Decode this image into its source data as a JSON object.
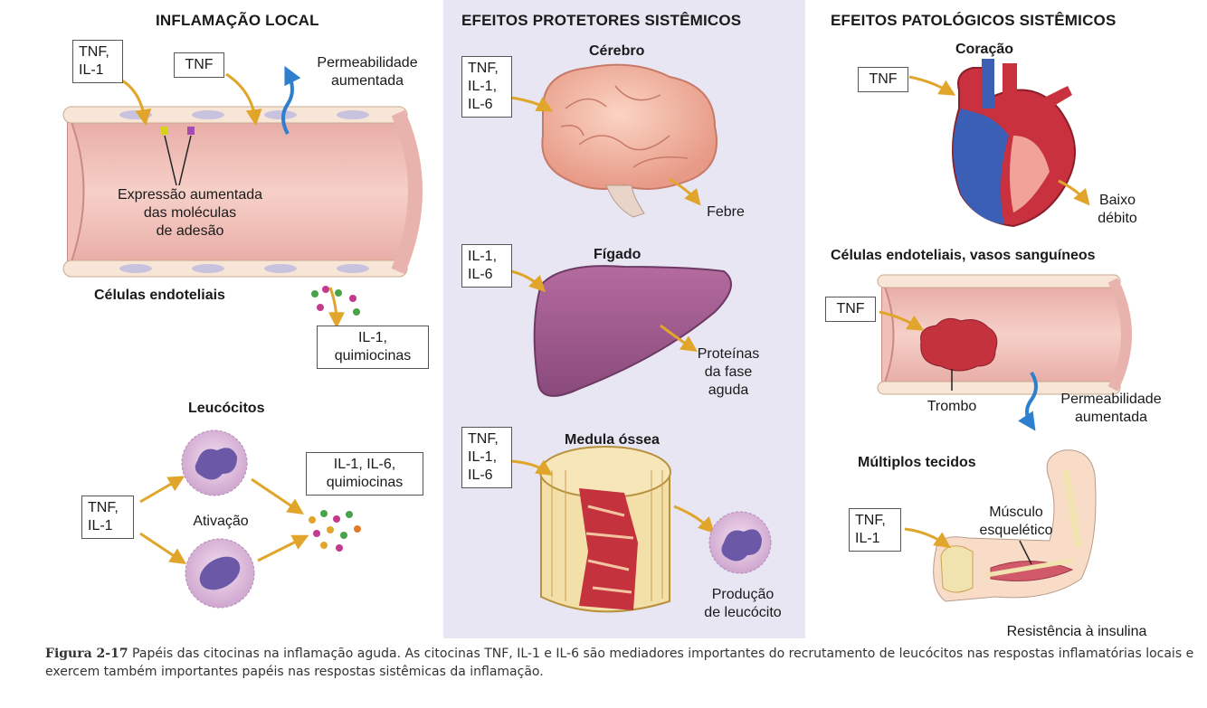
{
  "sections": {
    "local": "INFLAMAÇÃO LOCAL",
    "protective": "EFEITOS PROTETORES SISTÊMICOS",
    "pathologic": "EFEITOS PATOLÓGICOS SISTÊMICOS"
  },
  "local": {
    "box_tnf_il1": [
      "TNF,",
      "IL-1"
    ],
    "box_tnf": [
      "TNF"
    ],
    "permeability": [
      "Permeabilidade",
      "aumentada"
    ],
    "adhesion": [
      "Expressão aumentada",
      "das moléculas",
      "de adesão"
    ],
    "endothelial": "Células endoteliais",
    "box_il1_chemokines": [
      "IL-1,",
      "quimiocinas"
    ],
    "leukocytes": "Leucócitos",
    "box_tnf_il1_b": [
      "TNF,",
      "IL-1"
    ],
    "activation": "Ativação",
    "box_il1_il6_chemokines": [
      "IL-1, IL-6,",
      "quimiocinas"
    ]
  },
  "protective": {
    "brain": "Cérebro",
    "box_brain": [
      "TNF,",
      "IL-1,",
      "IL-6"
    ],
    "fever": "Febre",
    "liver": "Fígado",
    "box_liver": [
      "IL-1,",
      "IL-6"
    ],
    "acute_proteins": [
      "Proteínas",
      "da fase",
      "aguda"
    ],
    "marrow": "Medula óssea",
    "box_marrow": [
      "TNF,",
      "IL-1,",
      "IL-6"
    ],
    "leuko_production": [
      "Produção",
      "de leucócito"
    ]
  },
  "pathologic": {
    "heart": "Coração",
    "box_heart": [
      "TNF"
    ],
    "low_output": [
      "Baixo",
      "débito"
    ],
    "vessels": "Células endoteliais, vasos sanguíneos",
    "box_vessels": [
      "TNF"
    ],
    "thrombus": "Trombo",
    "permeability": [
      "Permeabilidade",
      "aumentada"
    ],
    "tissues": "Múltiplos tecidos",
    "box_tissues": [
      "TNF,",
      "IL-1"
    ],
    "muscle": [
      "Músculo",
      "esquelético"
    ],
    "insulin": "Resistência à insulina"
  },
  "caption": {
    "label": "Figura 2-17",
    "text": "Papéis das citocinas na inflamação aguda. As citocinas TNF, IL-1 e IL-6 são mediadores importantes do recrutamento de leucócitos nas respostas inflamatórias locais e exercem também importantes papéis nas respostas sistêmicas da inflamação."
  },
  "colors": {
    "panel": "#e8e6f3",
    "vessel": "#f2c2b8",
    "arrow": "#e0a52a",
    "blue_arrow": "#2f7fcf"
  }
}
